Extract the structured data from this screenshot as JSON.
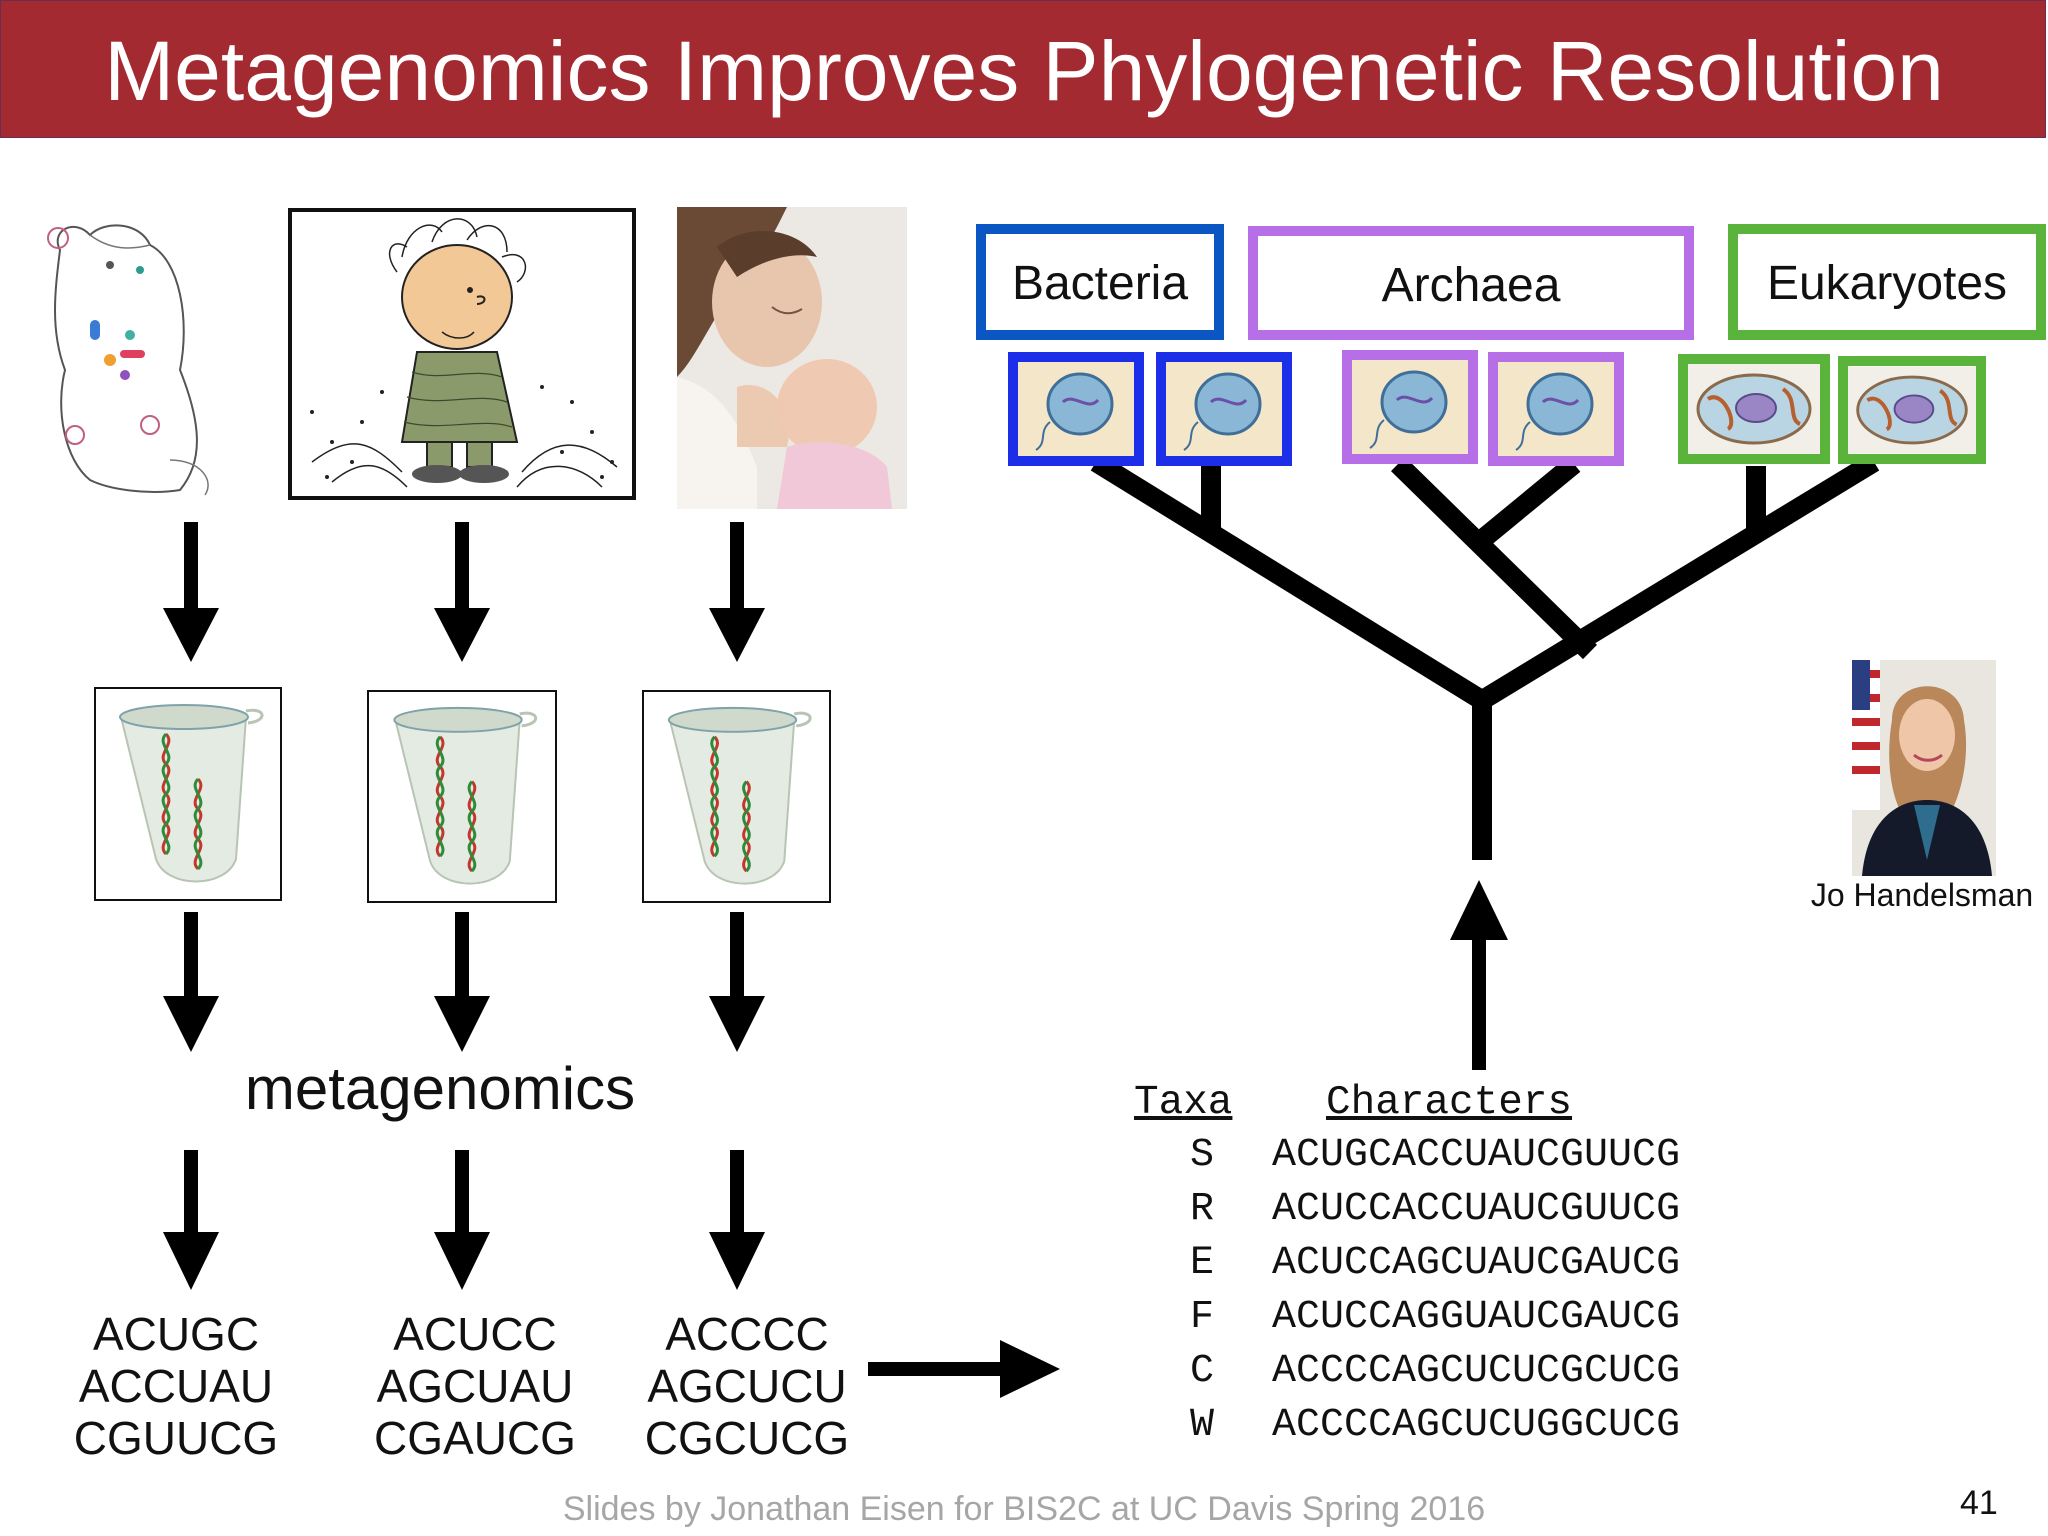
{
  "title": "Metagenomics Improves Phylogenetic Resolution",
  "sources": [
    {
      "icon": "cat-sketch-icon"
    },
    {
      "icon": "pigpen-cartoon-icon"
    },
    {
      "icon": "mother-baby-photo-icon"
    }
  ],
  "middle_label": "metagenomics",
  "sample_sequences": [
    {
      "lines": [
        "ACUGC",
        "ACCUAU",
        "CGUUCG"
      ]
    },
    {
      "lines": [
        "ACUCC",
        "AGCUAU",
        "CGAUCG"
      ]
    },
    {
      "lines": [
        "ACCCC",
        "AGCUCU",
        "CGCUCG"
      ]
    }
  ],
  "domains": [
    {
      "label": "Bacteria",
      "color": "#0a56c2",
      "cell_color": "#1d2ee8"
    },
    {
      "label": "Archaea",
      "color": "#b66fe6",
      "cell_color": "#b66fe6"
    },
    {
      "label": "Eukaryotes",
      "color": "#5ab43c",
      "cell_color": "#5ab43c"
    }
  ],
  "alignment": {
    "taxa_header": "Taxa",
    "characters_header": "Characters",
    "rows": [
      {
        "taxon": "S",
        "sequence": "ACUGCACCUAUCGUUCG"
      },
      {
        "taxon": "R",
        "sequence": "ACUCCACCUAUCGUUCG"
      },
      {
        "taxon": "E",
        "sequence": "ACUCCAGCUAUCGAUCG"
      },
      {
        "taxon": "F",
        "sequence": "ACUCCAGGUAUCGAUCG"
      },
      {
        "taxon": "C",
        "sequence": "ACCCCAGCUCUCGCUCG"
      },
      {
        "taxon": "W",
        "sequence": "ACCCCAGCUCUGGCUCG"
      }
    ]
  },
  "portrait": {
    "name": "Jo Handelsman",
    "icon": "portrait-photo-icon"
  },
  "footer": "Slides by Jonathan Eisen for BIS2C at UC Davis Spring 2016",
  "slide_number": "41"
}
